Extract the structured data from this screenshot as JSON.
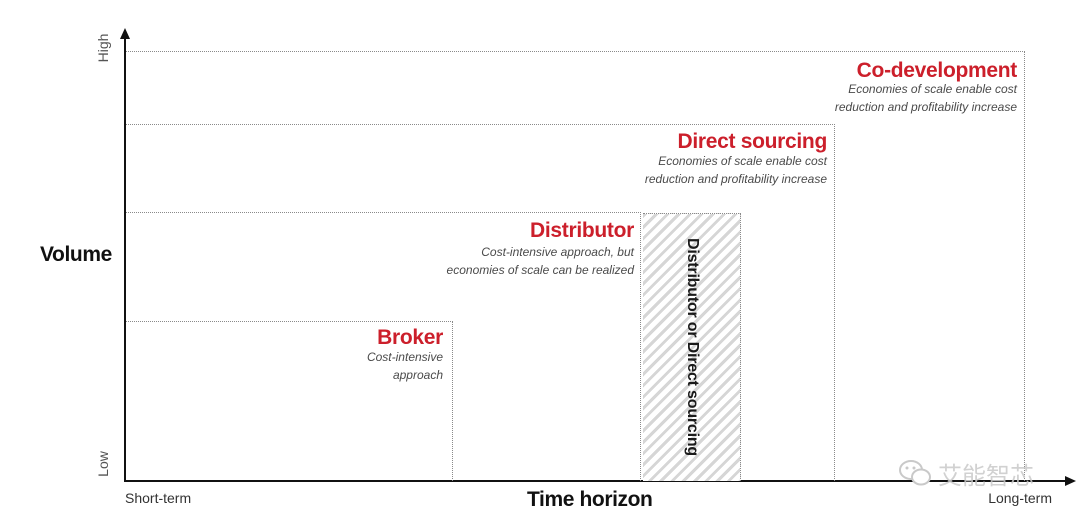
{
  "axes": {
    "y_high": "High",
    "y_low": "Low",
    "y_title": "Volume",
    "x_start": "Short-term",
    "x_end": "Long-term",
    "x_title": "Time horizon"
  },
  "stages": [
    {
      "title": "Broker",
      "desc_lines": [
        "Cost-intensive",
        "approach"
      ]
    },
    {
      "title": "Distributor",
      "desc_lines": [
        "Cost-intensive approach, but",
        "economies of scale can be realized"
      ]
    },
    {
      "title": "Direct sourcing",
      "desc_lines": [
        "Economies of scale enable cost",
        "reduction and profitability increase"
      ]
    },
    {
      "title": "Co-development",
      "desc_lines": [
        "Economies of scale enable cost",
        "reduction and profitability increase"
      ]
    }
  ],
  "transition": {
    "label": "Distributor or Direct sourcing"
  },
  "watermark": {
    "text": "艾能智芯"
  },
  "colors": {
    "accent": "#cc1f2b",
    "axis": "#111111",
    "dotted": "#8a8a8a",
    "hatch": "#d6d6d6"
  }
}
